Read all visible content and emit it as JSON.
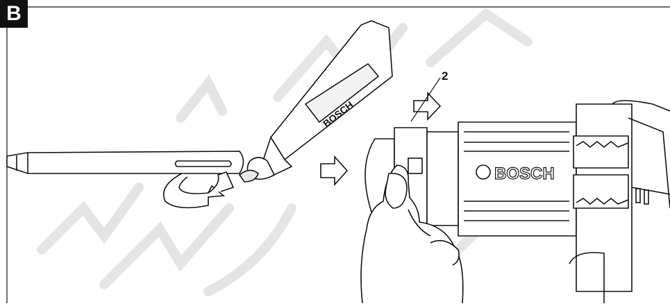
{
  "panel_label": "B",
  "callout_label": "2",
  "tube_brand": "BOSCH",
  "tool_brand": "BOSCH",
  "colors": {
    "line": "#111111",
    "watermark": "#d8d8d8",
    "background": "#ffffff"
  },
  "icons": [
    "grease-tube-icon",
    "chisel-icon",
    "rotation-arrow-icon",
    "push-arrow-icon",
    "pull-arrow-icon",
    "hand-icon"
  ]
}
